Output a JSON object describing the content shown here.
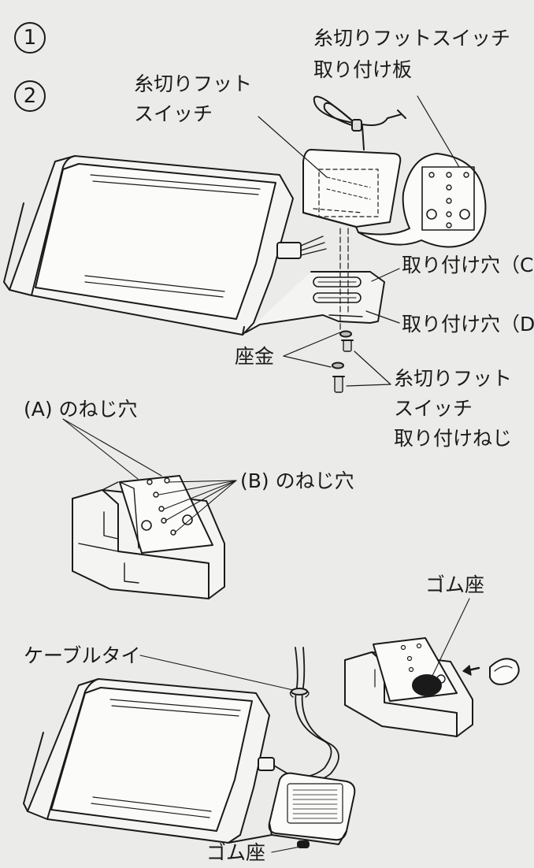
{
  "steps": {
    "one": "1",
    "two": "2"
  },
  "labels": {
    "mount_plate_line1": "糸切りフットスイッチ",
    "mount_plate_line2": "取り付け板",
    "foot_switch_line1": "糸切りフット",
    "foot_switch_line2": "スイッチ",
    "hole_c": "取り付け穴（C）",
    "hole_d": "取り付け穴（D）",
    "washer": "座金",
    "screw_line1": "糸切りフット",
    "screw_line2": "スイッチ",
    "screw_line3": "取り付けねじ",
    "screw_hole_a": "(A) のねじ穴",
    "screw_hole_b": "(B) のねじ穴",
    "rubber_pad_top": "ゴム座",
    "cable_tie": "ケーブルタイ",
    "rubber_pad_bottom": "ゴム座"
  },
  "colors": {
    "background": "#ebebea",
    "line": "#1a1a1a"
  }
}
